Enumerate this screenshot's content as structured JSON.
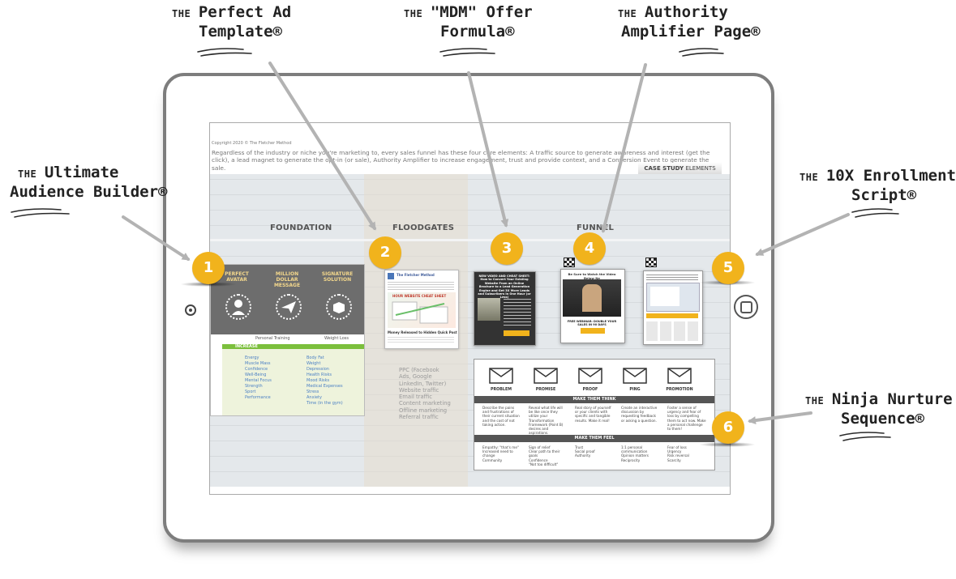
{
  "callouts": {
    "ad": {
      "the": "THE",
      "line1": "Perfect Ad",
      "line2": "Template®"
    },
    "mdm": {
      "the": "THE",
      "line1": "\"MDM\" Offer",
      "line2": "Formula®"
    },
    "authority": {
      "the": "THE",
      "line1": "Authority",
      "line2": "Amplifier Page®"
    },
    "audience": {
      "the": "THE",
      "line1": "Ultimate",
      "line2": "Audience Builder®"
    },
    "enroll": {
      "the": "THE",
      "line1": "10X Enrollment",
      "line2": "Script®"
    },
    "nurture": {
      "the": "THE",
      "line1": "Ninja Nurture",
      "line2": "Sequence®"
    }
  },
  "badges": [
    "1",
    "2",
    "3",
    "4",
    "5",
    "6"
  ],
  "screen": {
    "copyright": "Copyright 2020  ©  The Fletcher Method",
    "intro": "Regardless of the industry or niche you're marketing to, every sales funnel has these four core elements: A traffic source to generate awareness and interest (get the click), a lead magnet to generate the opt-in (or sale), Authority Amplifier to increase engagement, trust and provide context, and a Conversion Event to generate the sale.",
    "case_study_a": "CASE STUDY",
    "case_study_b": "ELEMENTS",
    "sections": {
      "foundation": "FOUNDATION",
      "floodgates": "FLOODGATES",
      "funnel": "FUNNEL"
    },
    "foundation": {
      "col1": "PERFECT AVATAR",
      "col2": "MILLION DOLLAR MESSAGE",
      "col3": "SIGNATURE SOLUTION",
      "row1": "Personal Training",
      "row2": "Weight Loss",
      "increase": "INCREASE",
      "list1": [
        "Energy",
        "Muscle Mass",
        "Confidence",
        "Well-Being",
        "Mental Focus",
        "Strength",
        "Sport",
        "Performance"
      ],
      "list2": [
        "Body Fat",
        "Weight",
        "Depression",
        "Health Risks",
        "Mood Risks",
        "Medical Expenses",
        "Stress",
        "Anxiety",
        "Time (in the gym)"
      ]
    },
    "traffic": [
      "PPC (Facebook",
      "Ads, Google",
      "LinkedIn, Twitter)",
      "Website traffic",
      "Email traffic",
      "Content marketing",
      "Offline marketing",
      "Referral traffic"
    ],
    "offer_card": {
      "headline": "NEW VIDEO AND CHEAT SHEET: How to Convert Your Existing Website From an Online Brochure to a Lead Generation Engine and Get 3X More Leads and Subscribers in One Hour (or Less)"
    },
    "auth_card": {
      "headline": "Be Sure to Watch the Video Below Ne",
      "banner": "FREE WEBINAR: DOUBLE YOUR SALES IN 90 DAYS"
    },
    "ad_card": {
      "name": "The Fletcher Method",
      "banner": "HOUR WEBSITE CHEAT SHEET",
      "footer": "Money Released to Hidden Quick Post"
    },
    "nurture": {
      "icons": [
        "PROBLEM",
        "PROMISE",
        "PROOF",
        "PING",
        "PROMOTION"
      ],
      "think": "MAKE THEM THINK",
      "feel": "MAKE THEM FEEL",
      "think_cols": [
        "Describe the pains and frustrations of their current situation and the cost of not taking action.",
        "Reveal what life will be like once they utilize your Transformation Framework (Point B) desires and aspirations.",
        "Real story of yourself or your clients with specific and tangible results. Make it real!",
        "Create an interactive discussion by requesting feedback or asking a question.",
        "Foster a sense of urgency and fear of loss by compelling them to act now. Make a personal challenge to them!"
      ],
      "feel_cols": [
        [
          "Empathy: \"that's me\"",
          "Increased need to change",
          "Community"
        ],
        [
          "Sign of relief",
          "Clear path to their goals",
          "Confidence",
          "\"Not too difficult\""
        ],
        [
          "Trust",
          "Social proof",
          "Authority"
        ],
        [
          "1:1 personal communication",
          "Opinion matters",
          "Reciprocity"
        ],
        [
          "Fear of loss",
          "Urgency",
          "Risk reversal",
          "Scarcity"
        ]
      ]
    }
  }
}
